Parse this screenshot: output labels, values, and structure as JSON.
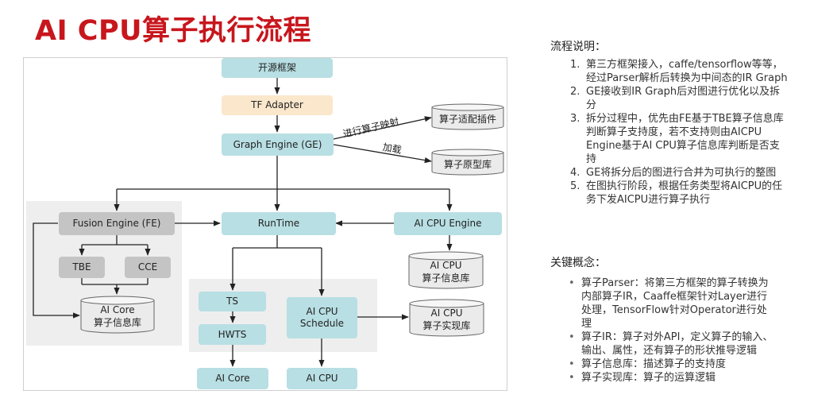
{
  "slide": {
    "title": "AI CPU算子执行流程"
  },
  "diagram": {
    "nodes": {
      "open_framework": "开源框架",
      "tf_adapter": "TF Adapter",
      "graph_engine": "Graph Engine (GE)",
      "fusion_engine": "Fusion Engine (FE)",
      "runtime": "RunTime",
      "aicpu_engine": "AI CPU Engine",
      "tbe": "TBE",
      "cce": "CCE",
      "ts": "TS",
      "hwts": "HWTS",
      "aicpu_schedule": [
        "AI CPU",
        "Schedule"
      ],
      "ai_core_out": "AI Core",
      "ai_cpu_out": "AI CPU"
    },
    "databases": {
      "operator_adapter_plugin": [
        "算子适配插件"
      ],
      "operator_prototype_lib": [
        "算子原型库"
      ],
      "aicore_info_lib": [
        "AI Core",
        "算子信息库"
      ],
      "aicpu_info_lib": [
        "AI CPU",
        "算子信息库"
      ],
      "aicpu_impl_lib": [
        "AI CPU",
        "算子实现库"
      ]
    },
    "edge_labels": {
      "operator_mapping": "进行算子映射",
      "load": "加载"
    }
  },
  "flow_explanation": {
    "heading": "流程说明：",
    "steps": [
      {
        "num": "1.",
        "lines": [
          "第三方框架接入，caffe/tensorflow等等，",
          "经过Parser解析后转换为中间态的IR Graph"
        ]
      },
      {
        "num": "2.",
        "lines": [
          "GE接收到IR Graph后对图进行优化以及拆",
          "分"
        ]
      },
      {
        "num": "3.",
        "lines": [
          "拆分过程中，优先由FE基于TBE算子信息库",
          "判断算子支持度，若不支持则由AICPU",
          "Engine基于AI CPU算子信息库判断是否支",
          "持"
        ]
      },
      {
        "num": "4.",
        "lines": [
          "GE将拆分后的图进行合并为可执行的整图"
        ]
      },
      {
        "num": "5.",
        "lines": [
          "在图执行阶段，根据任务类型将AICPU的任",
          "务下发AICPU进行算子执行"
        ]
      }
    ]
  },
  "key_concepts": {
    "heading": "关键概念：",
    "items": [
      {
        "lines": [
          "算子Parser：将第三方框架的算子转换为",
          "内部算子IR，Caaffe框架针对Layer进行",
          "处理，TensorFlow针对Operator进行处",
          "理"
        ]
      },
      {
        "lines": [
          "算子IR：算子对外API，定义算子的输入、",
          "输出、属性，还有算子的形状推导逻辑"
        ]
      },
      {
        "lines": [
          "算子信息库：描述算子的支持度"
        ]
      },
      {
        "lines": [
          "算子实现库：算子的运算逻辑"
        ]
      }
    ]
  },
  "colors": {
    "title": "#c8161d",
    "node_teal": "#b8dfe3",
    "node_peach": "#fbe7cc",
    "node_gray": "#c4c4c4",
    "panel": "#eeeeee",
    "arrow": "#222222"
  }
}
